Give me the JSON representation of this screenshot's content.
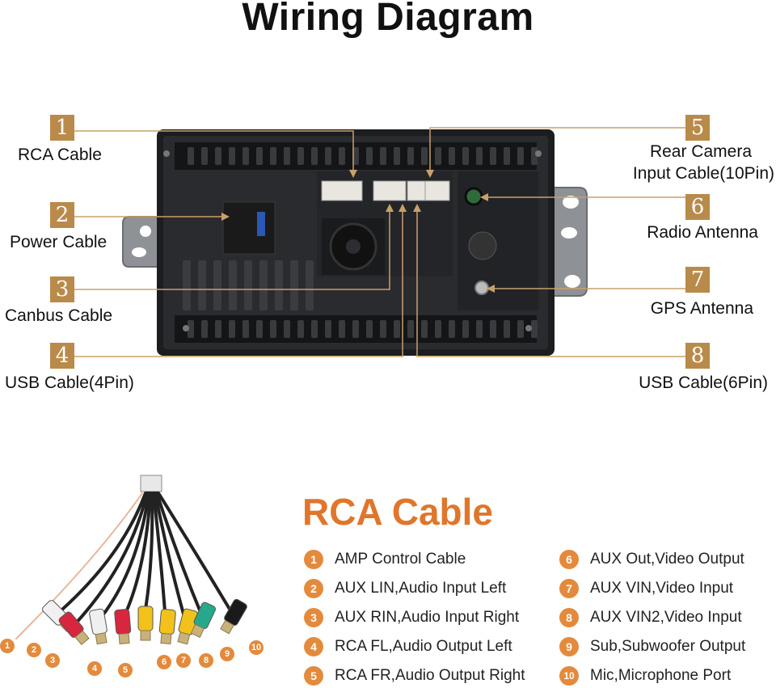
{
  "title": "Wiring Diagram",
  "callouts": [
    {
      "num": "1",
      "label": "RCA Cable"
    },
    {
      "num": "2",
      "label": "Power Cable"
    },
    {
      "num": "3",
      "label": "Canbus Cable"
    },
    {
      "num": "4",
      "label": "USB Cable(4Pin)"
    },
    {
      "num": "5",
      "label_line1": "Rear Camera",
      "label_line2": "Input Cable(10Pin)"
    },
    {
      "num": "6",
      "label": "Radio Antenna"
    },
    {
      "num": "7",
      "label": "GPS Antenna"
    },
    {
      "num": "8",
      "label": "USB Cable(6Pin)"
    }
  ],
  "rca_section": {
    "title": "RCA Cable",
    "items": [
      {
        "num": "1",
        "label": "AMP Control Cable"
      },
      {
        "num": "2",
        "label": "AUX LIN,Audio Input Left"
      },
      {
        "num": "3",
        "label": "AUX RIN,Audio Input Right"
      },
      {
        "num": "4",
        "label": "RCA FL,Audio Output Left"
      },
      {
        "num": "5",
        "label": "RCA FR,Audio Output Right"
      },
      {
        "num": "6",
        "label": "AUX Out,Video Output"
      },
      {
        "num": "7",
        "label": "AUX VIN,Video Input"
      },
      {
        "num": "8",
        "label": "AUX VIN2,Video Input"
      },
      {
        "num": "9",
        "label": "Sub,Subwoofer Output"
      },
      {
        "num": "10",
        "label": "Mic,Microphone Port"
      }
    ],
    "plug_numbers": [
      "1",
      "2",
      "3",
      "4",
      "5",
      "6",
      "7",
      "8",
      "9",
      "10"
    ]
  },
  "colors": {
    "callout_box": "#b98a4a",
    "leader_line": "#c9a06a",
    "rca_title": "#e0762b",
    "legend_dot": "#e48a3c"
  }
}
